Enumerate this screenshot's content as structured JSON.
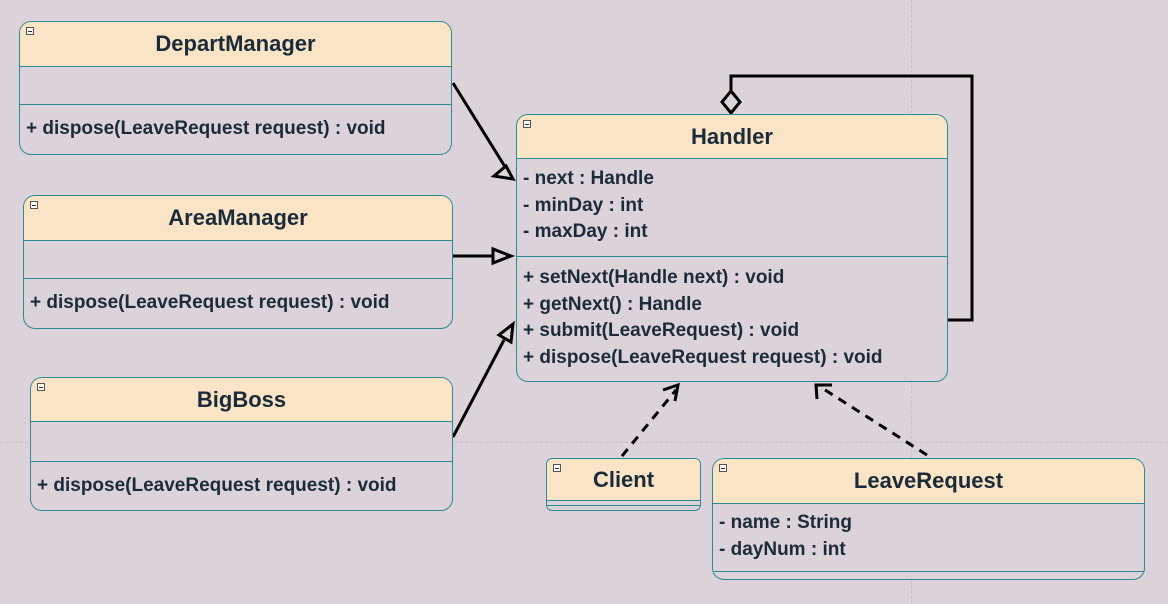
{
  "diagram": {
    "classes": {
      "depart_manager": {
        "name": "DepartManager",
        "attributes": [],
        "methods": [
          "+ dispose(LeaveRequest request) : void"
        ]
      },
      "area_manager": {
        "name": "AreaManager",
        "attributes": [],
        "methods": [
          "+ dispose(LeaveRequest request) : void"
        ]
      },
      "big_boss": {
        "name": "BigBoss",
        "attributes": [],
        "methods": [
          "+ dispose(LeaveRequest request) : void"
        ]
      },
      "handler": {
        "name": "Handler",
        "attributes": [
          "- next : Handle",
          "- minDay : int",
          "- maxDay : int"
        ],
        "methods": [
          "+ setNext(Handle next) : void",
          "+ getNext() : Handle",
          "+ submit(LeaveRequest) : void",
          "+ dispose(LeaveRequest request) : void"
        ]
      },
      "client": {
        "name": "Client",
        "attributes": [],
        "methods": []
      },
      "leave_request": {
        "name": "LeaveRequest",
        "attributes": [
          "- name : String",
          "- dayNum : int"
        ],
        "methods": []
      }
    },
    "relations": [
      {
        "from": "DepartManager",
        "to": "Handler",
        "type": "generalization"
      },
      {
        "from": "AreaManager",
        "to": "Handler",
        "type": "generalization"
      },
      {
        "from": "BigBoss",
        "to": "Handler",
        "type": "generalization"
      },
      {
        "from": "Handler",
        "to": "Handler",
        "type": "aggregation"
      },
      {
        "from": "Client",
        "to": "Handler",
        "type": "dependency"
      },
      {
        "from": "LeaveRequest",
        "to": "Handler",
        "type": "dependency"
      }
    ],
    "colors": {
      "background": "#dcd3da",
      "header_fill": "#f9e4c5",
      "border": "#2b8a94",
      "text": "#1b2b3a",
      "edge": "#000000"
    }
  }
}
